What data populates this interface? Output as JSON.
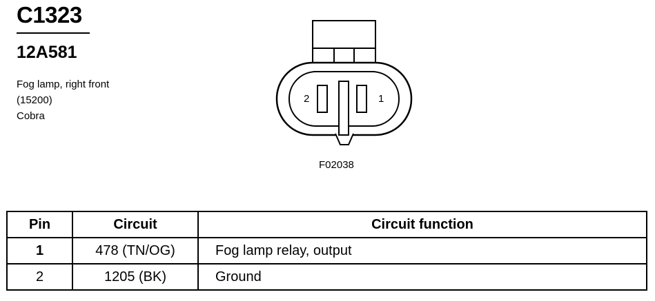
{
  "connector": {
    "id": "C1323",
    "part_number": "12A581",
    "description_lines": [
      "Fog lamp, right front",
      "(15200)",
      "Cobra"
    ]
  },
  "diagram": {
    "pin_left_label": "2",
    "pin_right_label": "1",
    "figure_code": "F02038"
  },
  "table": {
    "headers": {
      "pin": "Pin",
      "circuit": "Circuit",
      "function": "Circuit function"
    },
    "rows": [
      {
        "pin": "1",
        "circuit": "478 (TN/OG)",
        "function": "Fog lamp relay, output"
      },
      {
        "pin": "2",
        "circuit": "1205 (BK)",
        "function": "Ground"
      }
    ]
  }
}
